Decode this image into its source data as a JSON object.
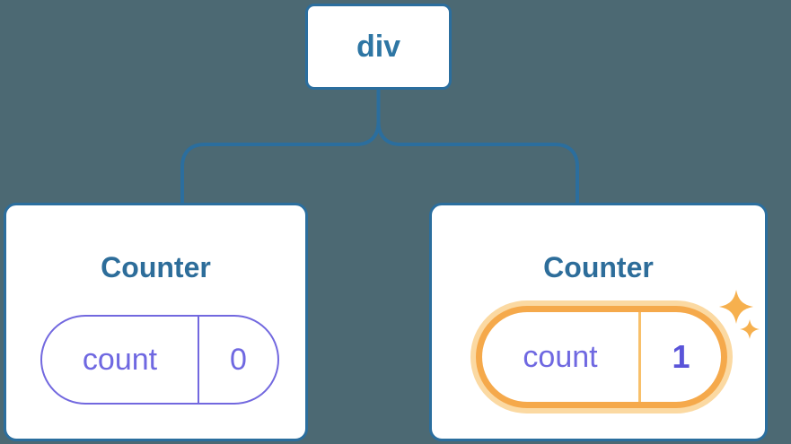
{
  "diagram": {
    "background_color": "#4c6973",
    "connector_color": "#2b6e9e",
    "root": {
      "label": "div"
    },
    "children": [
      {
        "title": "Counter",
        "state": {
          "key": "count",
          "value": "0"
        },
        "highlighted": false
      },
      {
        "title": "Counter",
        "state": {
          "key": "count",
          "value": "1"
        },
        "highlighted": true,
        "icon": "sparkles-icon"
      }
    ],
    "colors": {
      "card_background": "#ffffff",
      "card_border": "#2b6e9e",
      "root_label_text": "#2e76a4",
      "component_title_text": "#2d6d9a",
      "state_pill_border": "#7268df",
      "state_text": "#6f68e1",
      "state_value_highlight_text": "#5a54d9",
      "highlight_border": "#f5a94b",
      "highlight_halo": "#fbd9a2",
      "highlight_divider": "#f8c06a",
      "sparkle": "#f6b04e"
    }
  }
}
